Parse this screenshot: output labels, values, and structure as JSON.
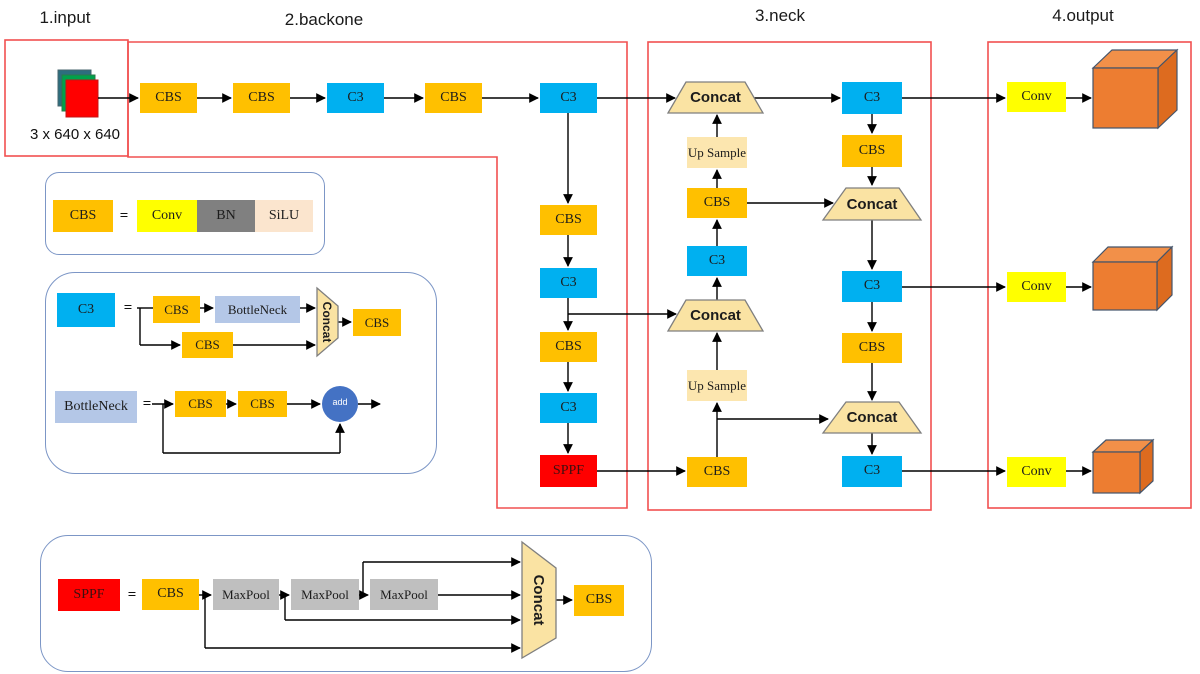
{
  "headers": {
    "input": "1.input",
    "backbone": "2.backone",
    "neck": "3.neck",
    "output": "4.output"
  },
  "input": {
    "dims": "3 x 640 x 640"
  },
  "nodes": {
    "bb1": "CBS",
    "bb2": "CBS",
    "bb3": "C3",
    "bb4": "CBS",
    "bb5": "C3",
    "bb6": "CBS",
    "bb7": "C3",
    "bb8": "CBS",
    "bb9": "C3",
    "bb10": "SPPF",
    "nk1": "Concat",
    "nk2": "Up Sample",
    "nk3": "CBS",
    "nk4": "C3",
    "nk5": "Concat",
    "nk6": "Up Sample",
    "nk7": "CBS",
    "nk8": "C3",
    "nk9": "CBS",
    "nk10": "Concat",
    "nk11": "C3",
    "nk12": "CBS",
    "nk13": "Concat",
    "nk14": "C3",
    "out1": "Conv",
    "out2": "Conv",
    "out3": "Conv"
  },
  "legend_cbs": {
    "target": "CBS",
    "eq": "=",
    "conv": "Conv",
    "bn": "BN",
    "silu": "SiLU"
  },
  "legend_c3": {
    "target": "C3",
    "eq": "=",
    "cbs_top": "CBS",
    "bottleneck": "BottleNeck",
    "concat": "Concat",
    "cbs_bottom": "CBS",
    "cbs_out": "CBS"
  },
  "legend_bottleneck": {
    "target": "BottleNeck",
    "eq": "=",
    "cbs1": "CBS",
    "cbs2": "CBS",
    "add": "add"
  },
  "legend_sppf": {
    "target": "SPPF",
    "eq": "=",
    "cbs_in": "CBS",
    "maxpool1": "MaxPool",
    "maxpool2": "MaxPool",
    "maxpool3": "MaxPool",
    "concat": "Concat",
    "cbs_out": "CBS"
  },
  "colors": {
    "cbs": "#FFC000",
    "c3": "#00B0F0",
    "sppf": "#FF0000",
    "conv": "#FFFF00",
    "bn": "#808080",
    "silu": "#FBE5CE",
    "concat": "#FAE3A3",
    "upsample": "#FCE6AF",
    "bottleneck": "#B4C7E7",
    "add_circle": "#4472C4",
    "maxpool": "#BFBFBF",
    "cube_front": "#ED7D31",
    "cube_top": "#F29049",
    "cube_side": "#DD6B1F",
    "section_border": "#F15050",
    "legend_border": "#7C96C6",
    "input_back": "#2D6E7E",
    "input_mid": "#00A14B",
    "input_front": "#FF0000"
  }
}
